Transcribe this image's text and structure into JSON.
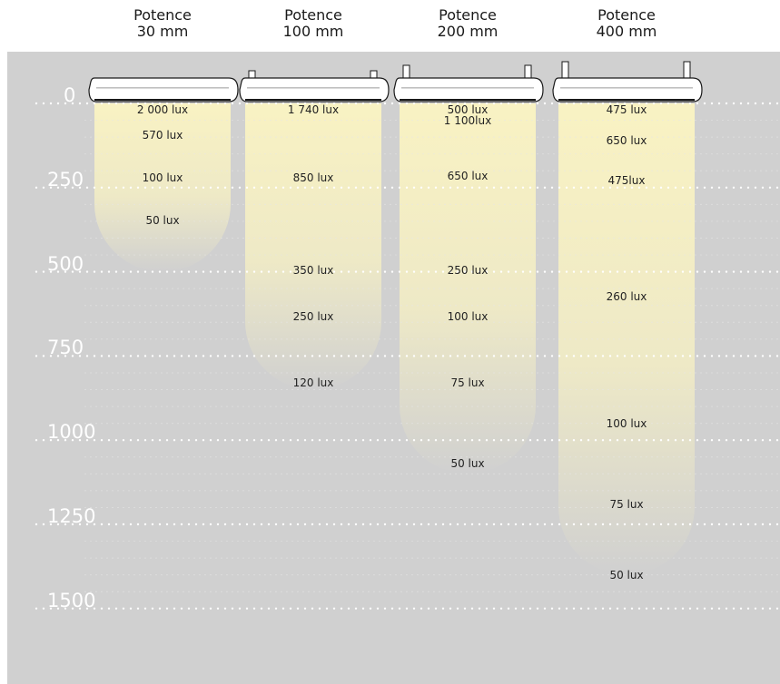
{
  "columns": [
    {
      "line1": "Potence",
      "line2": "30 mm",
      "beam_depth": 500,
      "brackets": 0,
      "labels": [
        {
          "text": "2 000 lux",
          "depth": 20
        },
        {
          "text": "570 lux",
          "depth": 95
        },
        {
          "text": "100 lux",
          "depth": 222
        },
        {
          "text": "50 lux",
          "depth": 348
        }
      ]
    },
    {
      "line1": "Potence",
      "line2": "100 mm",
      "beam_depth": 850,
      "brackets": 1,
      "labels": [
        {
          "text": "1 740 lux",
          "depth": 20
        },
        {
          "text": "850 lux",
          "depth": 222
        },
        {
          "text": "350 lux",
          "depth": 495
        },
        {
          "text": "250 lux",
          "depth": 632
        },
        {
          "text": "120 lux",
          "depth": 830
        }
      ]
    },
    {
      "line1": "Potence",
      "line2": "200 mm",
      "beam_depth": 1100,
      "brackets": 2,
      "labels": [
        {
          "text": "500 lux",
          "depth": 20
        },
        {
          "text": "1 100lux",
          "depth": 50
        },
        {
          "text": "650 lux",
          "depth": 215
        },
        {
          "text": "250 lux",
          "depth": 495
        },
        {
          "text": "100 lux",
          "depth": 632
        },
        {
          "text": "75 lux",
          "depth": 830
        },
        {
          "text": "50 lux",
          "depth": 1070
        }
      ]
    },
    {
      "line1": "Potence",
      "line2": "400 mm",
      "beam_depth": 1400,
      "brackets": 3,
      "labels": [
        {
          "text": "475 lux",
          "depth": 20
        },
        {
          "text": "650 lux",
          "depth": 110
        },
        {
          "text": "475lux",
          "depth": 230
        },
        {
          "text": "260 lux",
          "depth": 575
        },
        {
          "text": "100 lux",
          "depth": 950
        },
        {
          "text": "75 lux",
          "depth": 1190
        },
        {
          "text": "50 lux",
          "depth": 1400
        }
      ]
    }
  ],
  "scale": {
    "ticks": [
      {
        "value": 0,
        "label": "0"
      },
      {
        "value": 250,
        "label": "250"
      },
      {
        "value": 500,
        "label": "500"
      },
      {
        "value": 750,
        "label": "750"
      },
      {
        "value": 1000,
        "label": "1000"
      },
      {
        "value": 1250,
        "label": "1250"
      },
      {
        "value": 1500,
        "label": "1500"
      }
    ],
    "minor_step": 50
  },
  "colors": {
    "panel": "#d0d0d0",
    "beam": "#fbf4c2",
    "major_dots": "#ffffff",
    "minor_dots": "#e6e6e6",
    "lamp_stroke": "#1a1a1a"
  }
}
